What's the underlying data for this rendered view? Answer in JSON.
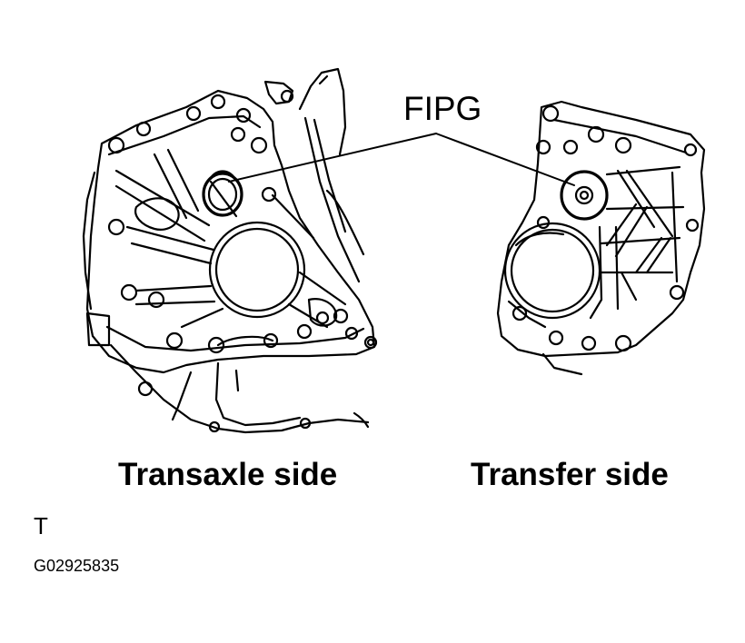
{
  "diagram": {
    "callout_label": "FIPG",
    "left_caption": "Transaxle side",
    "right_caption": "Transfer side",
    "corner_mark": "T",
    "figure_id": "G02925835",
    "line_color": "#000000",
    "background_color": "#ffffff"
  }
}
